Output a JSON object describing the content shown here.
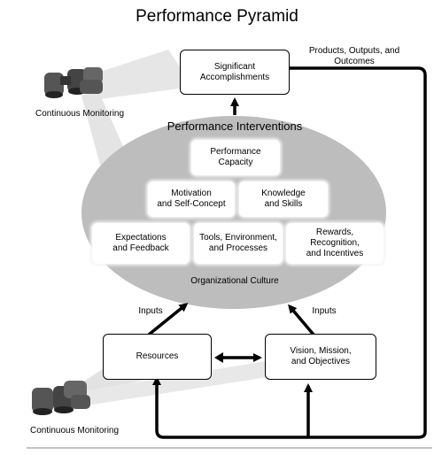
{
  "title": "Performance Pyramid",
  "labels": {
    "products_outputs": "Products, Outputs, and\nOutcomes",
    "monitoring_top": "Continuous Monitoring",
    "monitoring_bottom": "Continuous Monitoring",
    "inputs_left": "Inputs",
    "inputs_right": "Inputs"
  },
  "top_box": "Significant\nAccomplishments",
  "ellipse": {
    "heading": "Performance Interventions",
    "footer": "Organizational Culture",
    "capacity": "Performance\nCapacity",
    "motivation": "Motivation\nand Self-Concept",
    "knowledge": "Knowledge\nand Skills",
    "expectations": "Expectations\nand Feedback",
    "tools": "Tools, Environment,\nand Processes",
    "rewards": "Rewards,\nRecognition,\nand Incentives"
  },
  "bottom_boxes": {
    "resources": "Resources",
    "vision": "Vision, Mission,\nand Objectives"
  },
  "icons": {
    "binoculars_top": "binoculars-icon",
    "binoculars_bottom": "binoculars-icon"
  }
}
